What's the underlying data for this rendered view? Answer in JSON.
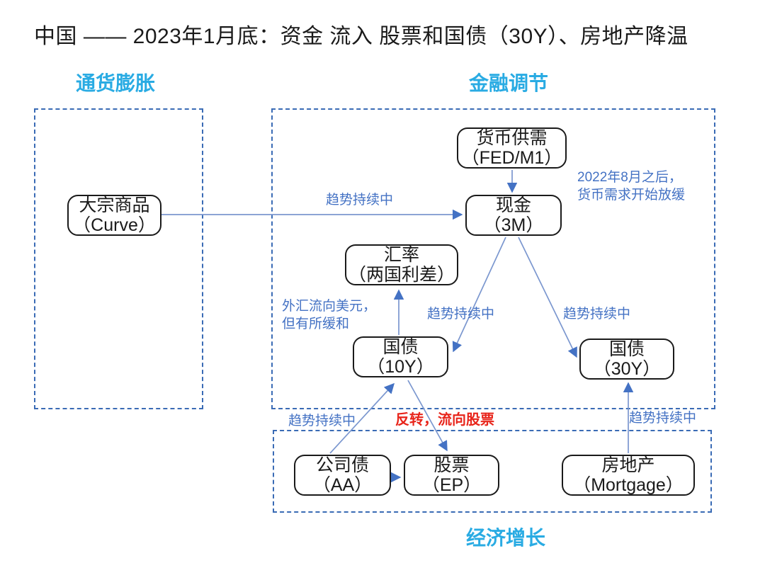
{
  "title": "中国 —— 2023年1月底：资金 流入 股票和国债（30Y）、房地产降温",
  "colors": {
    "accent_cyan": "#29ABE3",
    "arrow_blue": "#4472C4",
    "line_blue": "#7B97CF",
    "dashed_border_blue": "#3A6BB5",
    "label_red": "#E8251B",
    "node_border": "#1a1a1a"
  },
  "sections": {
    "inflation": "通货膨胀",
    "finance": "金融调节",
    "growth": "经济增长"
  },
  "nodes": {
    "commodities": {
      "name": "大宗商品",
      "sub": "（Curve）"
    },
    "money_supply": {
      "name": "货币供需",
      "sub": "（FED/M1）"
    },
    "cash": {
      "name": "现金",
      "sub": "（3M）"
    },
    "fx": {
      "name": "汇率",
      "sub": "（两国利差）"
    },
    "bond10y": {
      "name": "国债",
      "sub": "（10Y）"
    },
    "bond30y": {
      "name": "国债",
      "sub": "（30Y）"
    },
    "corp_bond": {
      "name": "公司债",
      "sub": "（AA）"
    },
    "stocks": {
      "name": "股票",
      "sub": "（EP）"
    },
    "real_estate": {
      "name": "房地产",
      "sub": "（Mortgage）"
    }
  },
  "edge_labels": {
    "trend": "趋势持续中",
    "fx_flow_line1": "外汇流向美元，",
    "fx_flow_line2": "但有所缓和",
    "reversal": "反转，流向股票",
    "money_note_line1": "2022年8月之后，",
    "money_note_line2": "货币需求开始放缓"
  }
}
